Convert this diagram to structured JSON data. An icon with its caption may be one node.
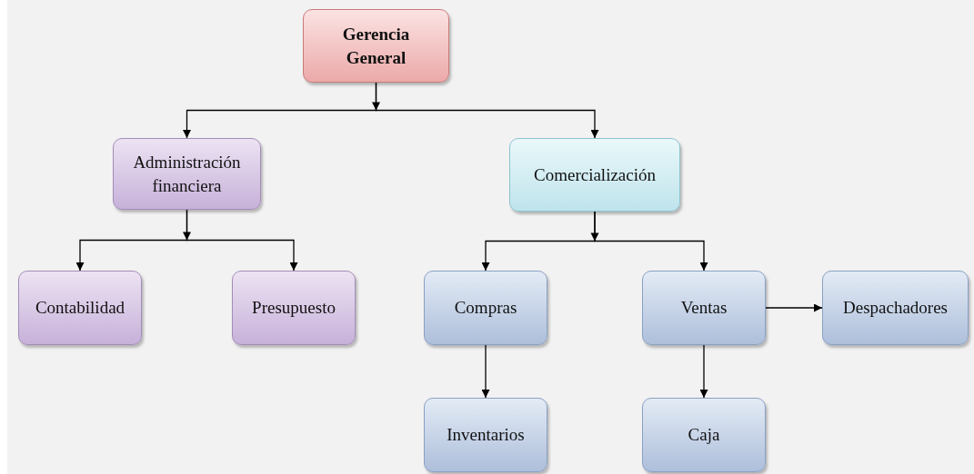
{
  "diagram": {
    "nodes": [
      {
        "text": [
          "Gerencia General"
        ]
      },
      {
        "text": [
          "Administración financiera"
        ]
      },
      {
        "text": [
          "Comercialización"
        ]
      },
      {
        "text": [
          "Contabilidad"
        ]
      },
      {
        "text": [
          "Presupuesto"
        ]
      },
      {
        "text": [
          "Compras"
        ]
      },
      {
        "text": [
          "Ventas"
        ]
      },
      {
        "text": [
          "Despachadores"
        ]
      },
      {
        "text": [
          "Inventarios"
        ]
      },
      {
        "text": [
          "Caja"
        ]
      }
    ],
    "edges": [
      {
        "from": 0,
        "to": 1,
        "arrow": "to"
      },
      {
        "from": 0,
        "to": 2,
        "arrow": "to"
      },
      {
        "from": 1,
        "to": 3,
        "arrow": "to"
      },
      {
        "from": 1,
        "to": 4,
        "arrow": "to"
      },
      {
        "from": 2,
        "to": 5,
        "arrow": "to"
      },
      {
        "from": 2,
        "to": 6,
        "arrow": "to"
      },
      {
        "from": 6,
        "to": 7,
        "arrow": "to"
      },
      {
        "from": 5,
        "to": 8,
        "arrow": "to"
      },
      {
        "from": 6,
        "to": 9,
        "arrow": "to"
      }
    ]
  }
}
